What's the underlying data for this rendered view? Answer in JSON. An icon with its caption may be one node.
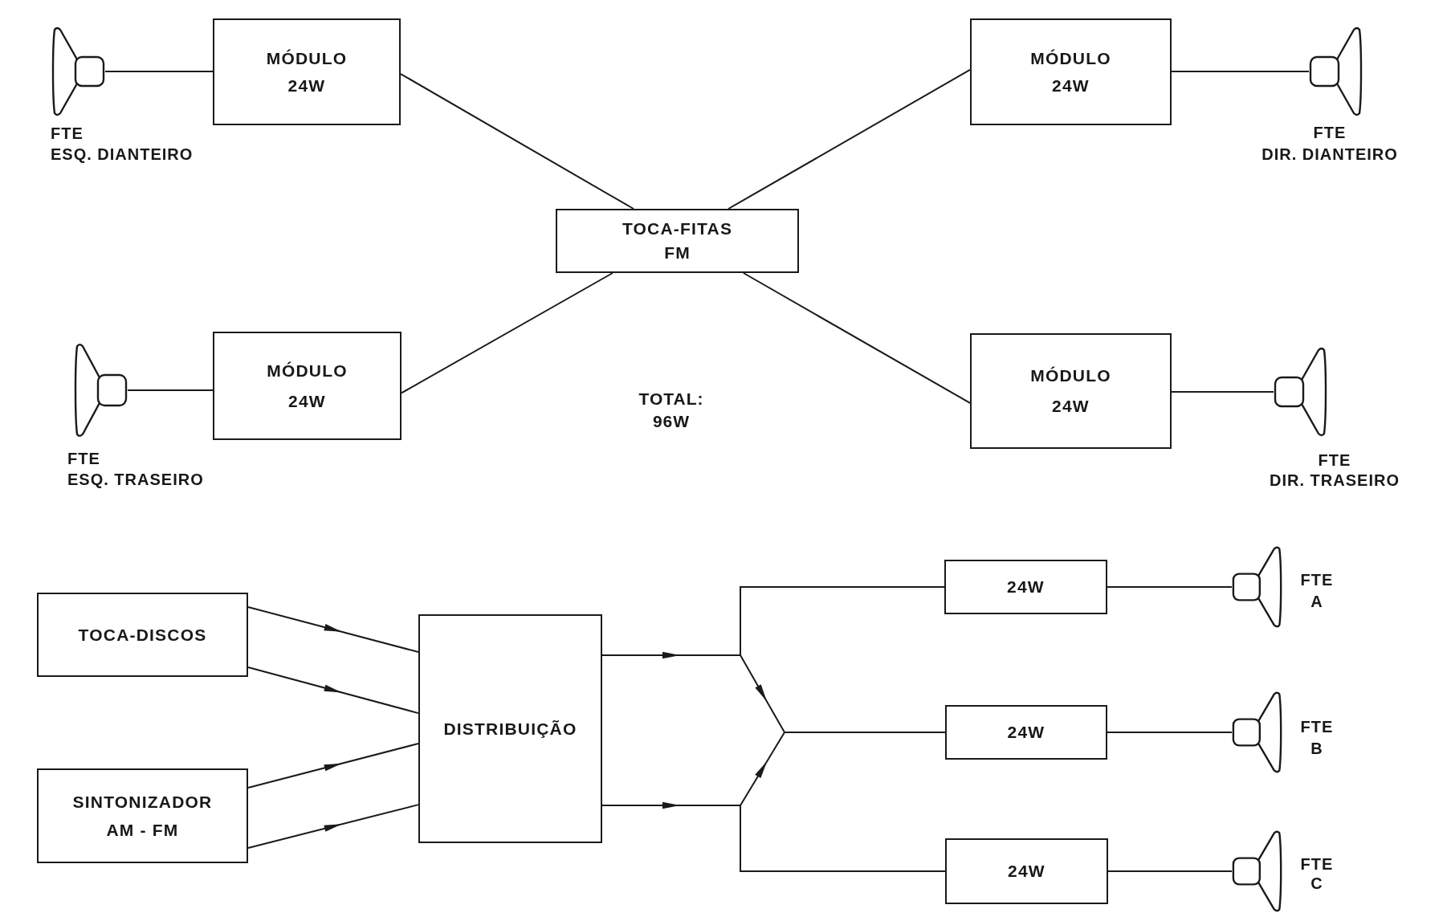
{
  "diagram": {
    "nodes": [
      {
        "text": [],
        "shape": "speaker",
        "beside": [
          "FTE ESQ. DIANTEIRO"
        ]
      },
      {
        "text": [
          "MÓDULO 24W"
        ]
      },
      {
        "text": [
          "MÓDULO 24W"
        ]
      },
      {
        "text": [],
        "shape": "speaker",
        "beside": [
          "FTE DIR. DIANTEIRO"
        ]
      },
      {
        "text": [
          "TOCA-FITAS FM"
        ]
      },
      {
        "text": [],
        "shape": "speaker",
        "beside": [
          "FTE ESQ. TRASEIRO"
        ]
      },
      {
        "text": [
          "MÓDULO 24W"
        ]
      },
      {
        "text": [
          "MÓDULO 24W"
        ]
      },
      {
        "text": [],
        "shape": "speaker",
        "beside": [
          "FTE DIR. TRASEIRO"
        ]
      },
      {
        "text": [
          "TOCA-DISCOS"
        ]
      },
      {
        "text": [
          "24W"
        ]
      },
      {
        "text": [],
        "shape": "speaker",
        "beside": [
          "FTE A"
        ]
      },
      {
        "text": [
          "DISTRIBUIÇÃO"
        ]
      },
      {
        "text": [
          "24W"
        ]
      },
      {
        "text": [],
        "shape": "speaker",
        "beside": [
          "FTE B"
        ]
      },
      {
        "text": [
          "SINTONIZADOR AM - FM"
        ]
      },
      {
        "text": [
          "24W"
        ]
      },
      {
        "text": [],
        "shape": "speaker",
        "beside": [
          "FTE C"
        ]
      }
    ],
    "edges": [
      {
        "from": 4,
        "to": 1,
        "arrow": "none"
      },
      {
        "from": 1,
        "to": 0,
        "arrow": "none"
      },
      {
        "from": 4,
        "to": 2,
        "arrow": "none"
      },
      {
        "from": 2,
        "to": 3,
        "arrow": "none"
      },
      {
        "from": 4,
        "to": 6,
        "arrow": "none"
      },
      {
        "from": 6,
        "to": 5,
        "arrow": "none"
      },
      {
        "from": 4,
        "to": 7,
        "arrow": "none"
      },
      {
        "from": 7,
        "to": 8,
        "arrow": "none"
      },
      {
        "from": 9,
        "to": 12,
        "arrow": "to"
      },
      {
        "from": 9,
        "to": 12,
        "arrow": "to"
      },
      {
        "from": 15,
        "to": 12,
        "arrow": "to"
      },
      {
        "from": 15,
        "to": 12,
        "arrow": "to"
      },
      {
        "from": 12,
        "to": 10,
        "arrow": "to"
      },
      {
        "from": 12,
        "to": 13,
        "arrow": "to"
      },
      {
        "from": 12,
        "to": 13,
        "arrow": "to"
      },
      {
        "from": 12,
        "to": 16,
        "arrow": "to"
      },
      {
        "from": 10,
        "to": 11,
        "arrow": "none"
      },
      {
        "from": 13,
        "to": 14,
        "arrow": "none"
      },
      {
        "from": 16,
        "to": 17,
        "arrow": "none"
      }
    ],
    "labels": [
      "TOTAL: 96W"
    ]
  }
}
